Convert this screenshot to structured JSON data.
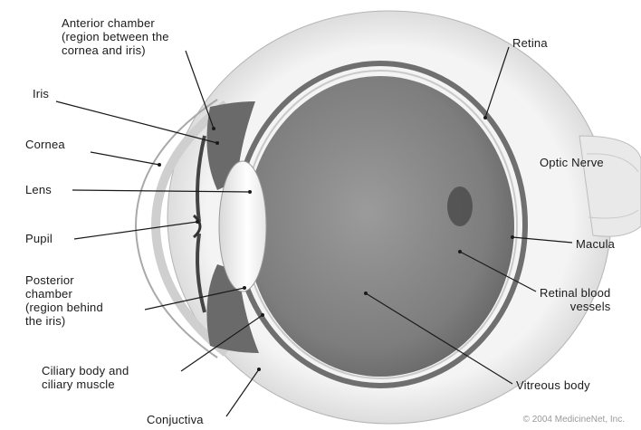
{
  "labels": {
    "anterior_chamber": [
      "Anterior chamber",
      "(region between the",
      "cornea and iris)"
    ],
    "iris": "Iris",
    "cornea": "Cornea",
    "lens": "Lens",
    "pupil": "Pupil",
    "posterior_chamber": [
      "Posterior",
      "chamber",
      "(region behind",
      "the iris)"
    ],
    "ciliary": [
      "Ciliary body and",
      "ciliary muscle"
    ],
    "conjunctiva": "Conjuctiva",
    "retina": "Retina",
    "optic_nerve": "Optic Nerve",
    "macula": "Macula",
    "retinal_vessels": [
      "Retinal blood",
      "vessels"
    ],
    "vitreous": "Vitreous body"
  },
  "copyright": "© 2004 MedicineNet, Inc."
}
